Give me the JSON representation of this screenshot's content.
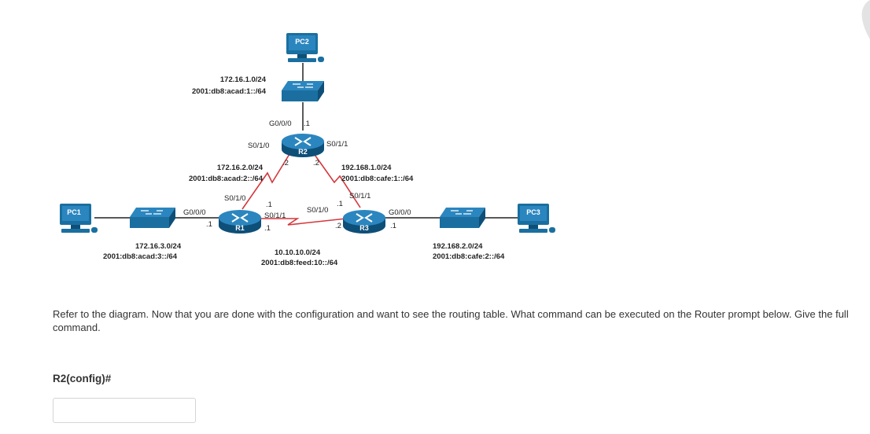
{
  "diagram": {
    "devices": {
      "pc1": "PC1",
      "pc2": "PC2",
      "pc3": "PC3",
      "r1": "R1",
      "r2": "R2",
      "r3": "R3"
    },
    "networks": {
      "lan_r2_ipv4": "172.16.1.0/24",
      "lan_r2_ipv6": "2001:db8:acad:1::/64",
      "link_r1r2_ipv4": "172.16.2.0/24",
      "link_r1r2_ipv6": "2001:db8:acad:2::/64",
      "link_r2r3_ipv4": "192.168.1.0/24",
      "link_r2r3_ipv6": "2001:db8:cafe:1::/64",
      "lan_r1_ipv4": "172.16.3.0/24",
      "lan_r1_ipv6": "2001:db8:acad:3::/64",
      "link_r1r3_ipv4": "10.10.10.0/24",
      "link_r1r3_ipv6": "2001:db8:feed:10::/64",
      "lan_r3_ipv4": "192.168.2.0/24",
      "lan_r3_ipv6": "2001:db8:cafe:2::/64"
    },
    "interfaces": {
      "r2_g000": "G0/0/0",
      "r2_g000_host": ".1",
      "r2_s010": "S0/1/0",
      "r2_s010_host": ".2",
      "r2_s011": "S0/1/1",
      "r2_s011_host": ".2",
      "r1_s010": "S0/1/0",
      "r1_s010_host": ".1",
      "r1_s011": "S0/1/1",
      "r1_s011_host": ".1",
      "r1_g000": "G0/0/0",
      "r1_g000_host": ".1",
      "r3_s011": "S0/1/1",
      "r3_s011_host": ".1",
      "r3_s010": "S0/1/0",
      "r3_s010_host": ".2",
      "r3_g000": "G0/0/0",
      "r3_g000_host": ".1"
    },
    "colors": {
      "device": "#1a6fa0",
      "device_dark": "#0e4f78",
      "link": "#222222",
      "serial": "#d4373c"
    }
  },
  "question": "Refer to the diagram. Now that you are done with the configuration and want to see the routing table. What command can be executed on the Router prompt below. Give the full command.",
  "prompt": "R2(config)#",
  "answer": {
    "value": "",
    "placeholder": ""
  }
}
